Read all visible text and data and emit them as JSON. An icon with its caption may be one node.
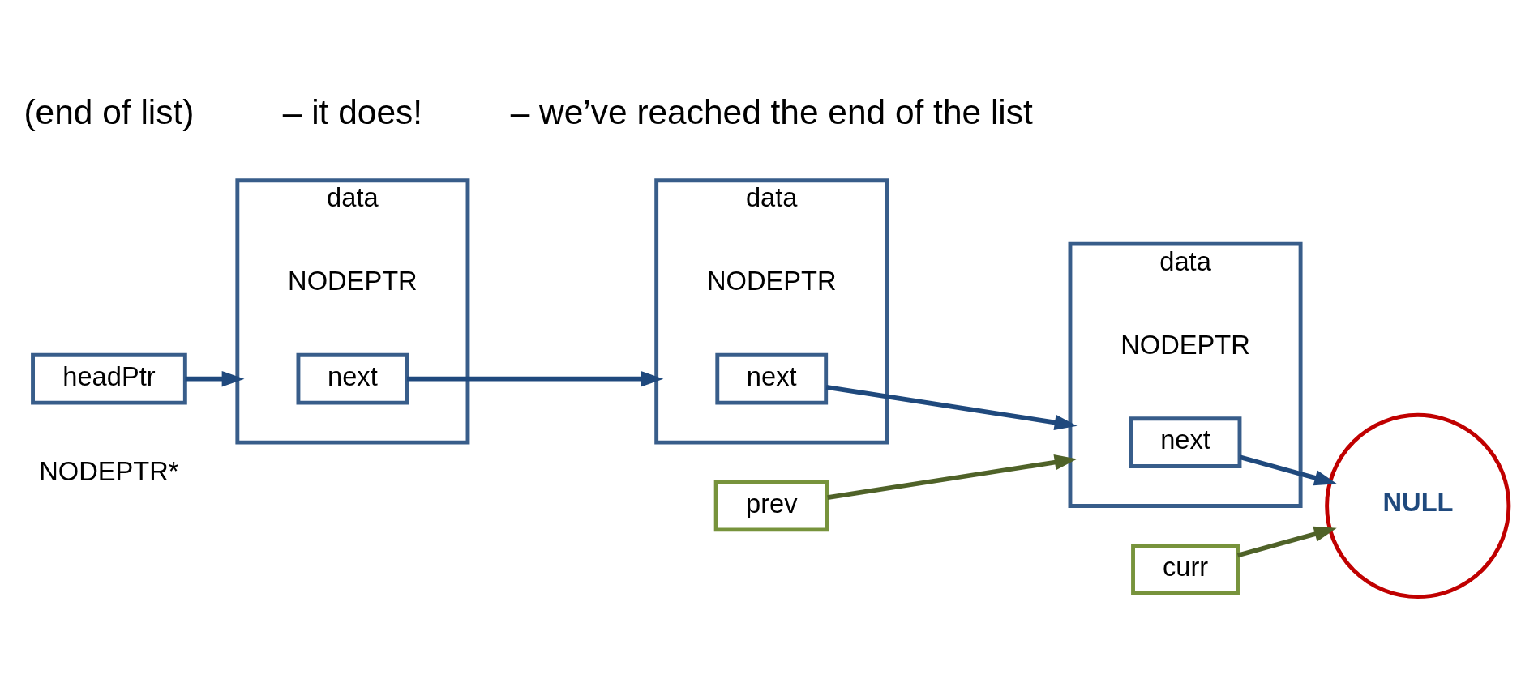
{
  "diagram": {
    "nodes": [
      {
        "text": [
          "headPtr"
        ],
        "beside": [
          "NODEPTR*"
        ]
      },
      {
        "text": [
          "data"
        ],
        "beside": [
          "NODEPTR"
        ]
      },
      {
        "text": [
          "next"
        ],
        "in": 1
      },
      {
        "text": [
          "data"
        ],
        "beside": [
          "NODEPTR"
        ]
      },
      {
        "text": [
          "next"
        ],
        "in": 3
      },
      {
        "text": [
          "data"
        ],
        "beside": [
          "NODEPTR"
        ]
      },
      {
        "text": [
          "next"
        ],
        "in": 5
      },
      {
        "text": [
          "prev"
        ]
      },
      {
        "text": [
          "curr"
        ]
      },
      {
        "text": [
          "NULL"
        ]
      }
    ],
    "edges": [
      {
        "from": 0,
        "to": 1,
        "arrow": "to"
      },
      {
        "from": 2,
        "to": 3,
        "arrow": "to"
      },
      {
        "from": 4,
        "to": 5,
        "arrow": "to"
      },
      {
        "from": 7,
        "to": 5,
        "arrow": "to",
        "color": "#4f6228"
      },
      {
        "from": 6,
        "to": 9,
        "arrow": "to"
      },
      {
        "from": 8,
        "to": 9,
        "arrow": "to",
        "color": "#4f6228"
      }
    ],
    "labels": [
      "(end of list)",
      "– it does!",
      "– we’ve reached the end of the list"
    ]
  }
}
